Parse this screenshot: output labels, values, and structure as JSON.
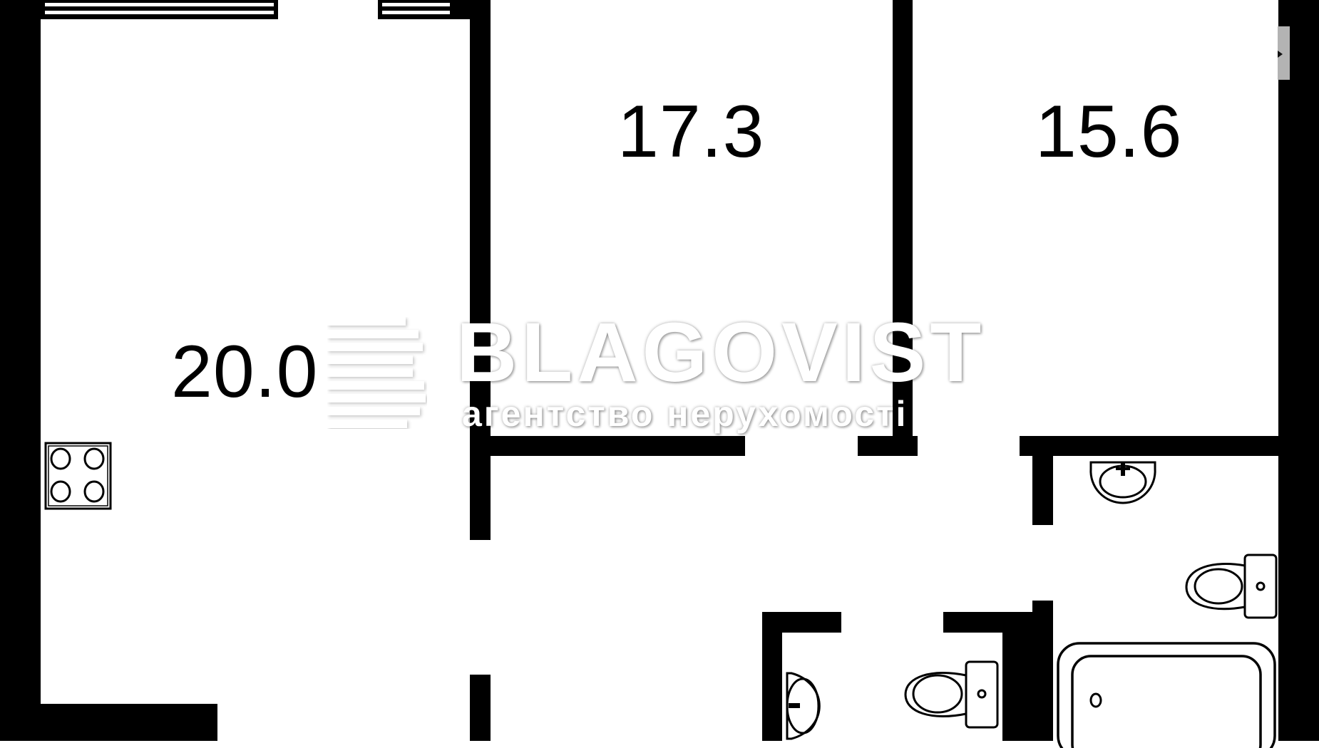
{
  "floor_plan": {
    "rooms": [
      {
        "id": "kitchen-living",
        "area_label": "20.0"
      },
      {
        "id": "bedroom-1",
        "area_label": "17.3"
      },
      {
        "id": "bedroom-2",
        "area_label": "15.6"
      }
    ],
    "fixtures": [
      "stove",
      "sink",
      "toilet",
      "bathtub",
      "sink",
      "toilet"
    ]
  },
  "watermark": {
    "brand": "BLAGOVIST",
    "tagline": "агентство нерухомості",
    "logo_letter": "B"
  },
  "colors": {
    "wall": "#000000",
    "background": "#ffffff",
    "scroll_tab": "#b3b3b3"
  }
}
